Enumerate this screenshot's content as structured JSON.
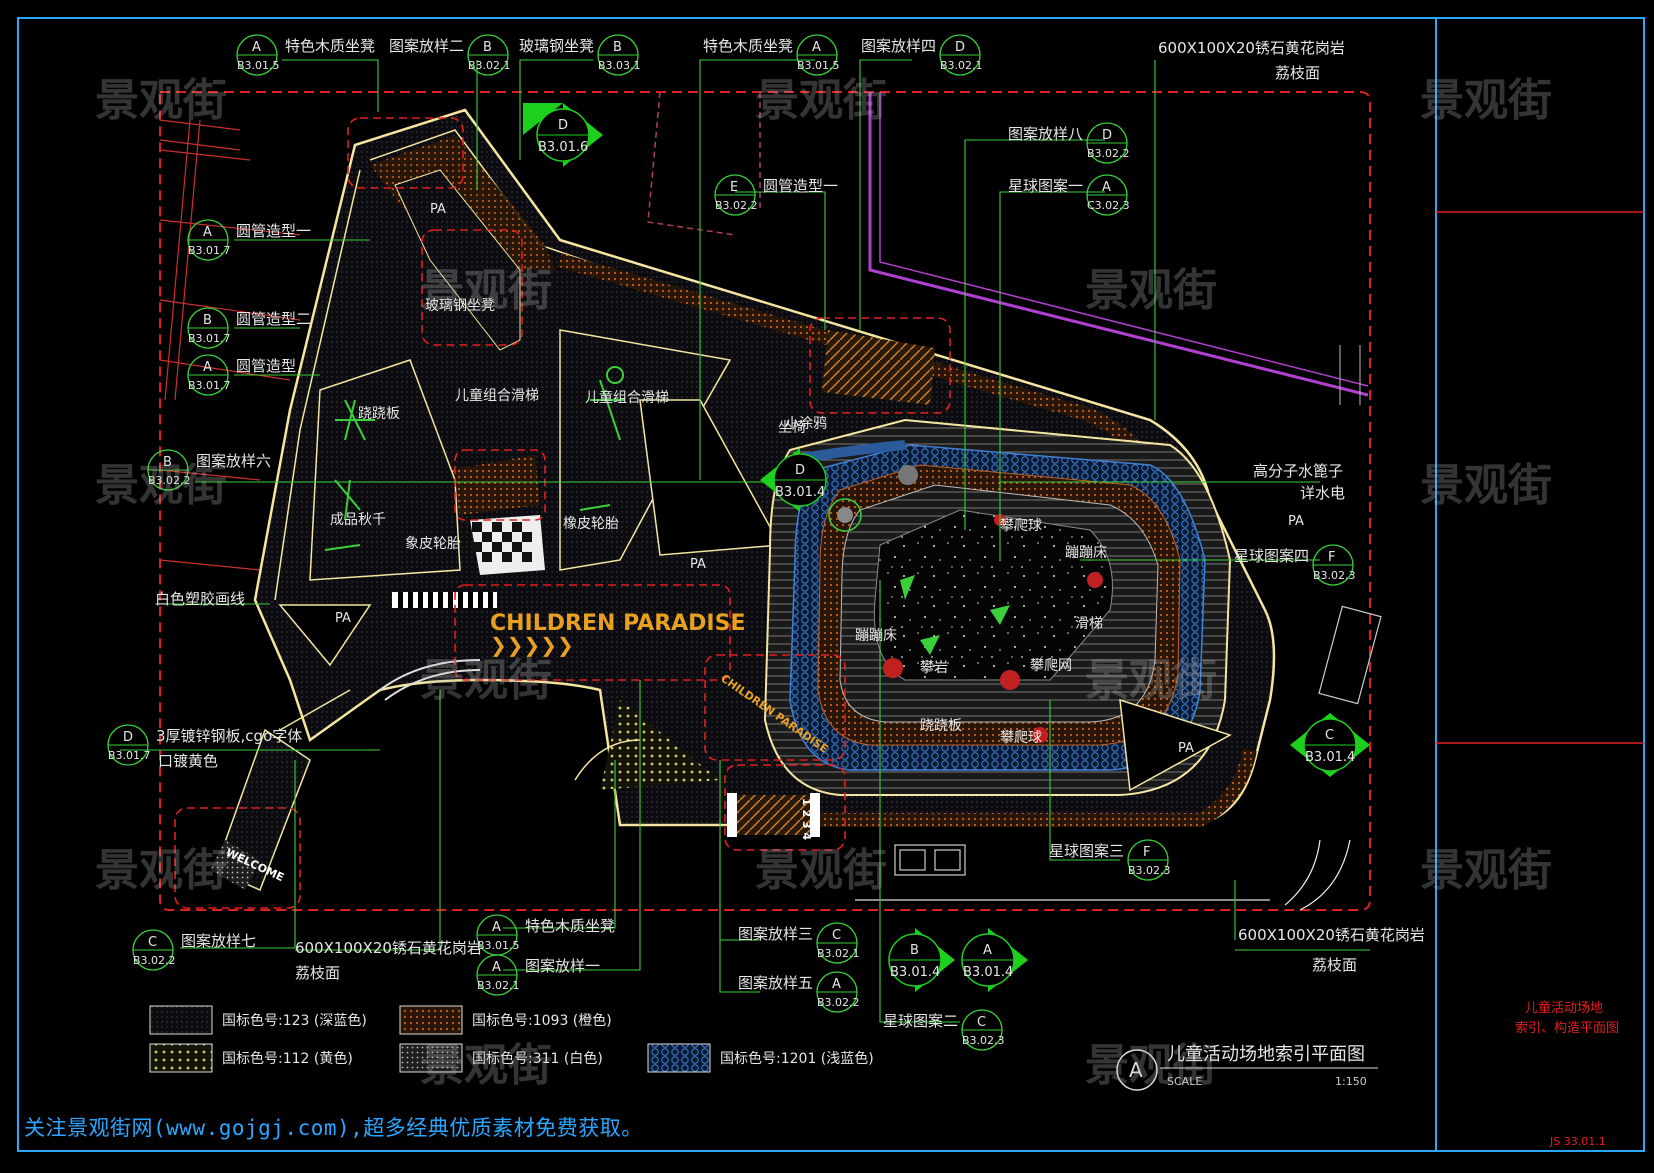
{
  "watermark": "景观街",
  "title": {
    "circle_letter": "A",
    "text": "儿童活动场地索引平面图",
    "scale_label": "SCALE",
    "scale_value": "1:150"
  },
  "title_block": {
    "sheet_title_1": "儿童活动场地",
    "sheet_title_2": "索引、构造平面图",
    "sheet_number": "JS 33.01.1"
  },
  "footer_text": "关注景观街网(www.gojgj.com),超多经典优质素材免费获取。",
  "plan_text": {
    "children_paradise": "CHILDREN PARADISE",
    "welcome": "WELCOME",
    "numbers": "1 2 3 4",
    "pa": "PA"
  },
  "areas": [
    {
      "name": "玻璃钢坐凳"
    },
    {
      "name": "儿童组合滑梯"
    },
    {
      "name": "跷跷板"
    },
    {
      "name": "儿童组合滑梯"
    },
    {
      "name": "成品秋千"
    },
    {
      "name": "象皮轮胎"
    },
    {
      "name": "橡皮轮胎"
    },
    {
      "name": "小涂鸦"
    },
    {
      "name": "攀爬球"
    },
    {
      "name": "蹦蹦床"
    },
    {
      "name": "滑梯"
    },
    {
      "name": "攀爬网"
    },
    {
      "name": "攀岩"
    },
    {
      "name": "蹦蹦床"
    },
    {
      "name": "跷跷板"
    },
    {
      "name": "攀爬球"
    },
    {
      "name": "坐椅"
    }
  ],
  "callouts": [
    {
      "letter": "A",
      "sheet": "B3.01.5",
      "label": "特色木质坐凳"
    },
    {
      "letter": "B",
      "sheet": "B3.02.1",
      "label": "图案放样二"
    },
    {
      "letter": "B",
      "sheet": "B3.03.1",
      "label": "玻璃钢坐凳"
    },
    {
      "letter": "A",
      "sheet": "B3.01.5",
      "label": "特色木质坐凳"
    },
    {
      "letter": "D",
      "sheet": "B3.02.1",
      "label": "图案放样四"
    },
    {
      "letter": "",
      "sheet": "",
      "label": "600X100X20锈石黄花岗岩"
    },
    {
      "letter": "",
      "sheet": "",
      "label": "荔枝面"
    },
    {
      "letter": "D",
      "sheet": "B3.02.2",
      "label": "图案放样八"
    },
    {
      "letter": "A",
      "sheet": "C3.02.3",
      "label": "星球图案一"
    },
    {
      "letter": "E",
      "sheet": "B3.02.2",
      "label": "圆管造型一"
    },
    {
      "letter": "A",
      "sheet": "B3.01.7",
      "label": "圆管造型一"
    },
    {
      "letter": "B",
      "sheet": "B3.01.7",
      "label": "圆管造型二"
    },
    {
      "letter": "A",
      "sheet": "B3.01.7",
      "label": "圆管造型"
    },
    {
      "letter": "B",
      "sheet": "B3.02.2",
      "label": "图案放样六"
    },
    {
      "letter": "",
      "sheet": "",
      "label": "白色塑胶画线"
    },
    {
      "letter": "",
      "sheet": "",
      "label": "高分子水篦子"
    },
    {
      "letter": "",
      "sheet": "",
      "label": "详水电"
    },
    {
      "letter": "F",
      "sheet": "B3.02.3",
      "label": "星球图案四"
    },
    {
      "letter": "D",
      "sheet": "B3.01.7",
      "label": "3厚镀锌钢板,cgo字体"
    },
    {
      "letter": "",
      "sheet": "",
      "label": "口镀黄色"
    },
    {
      "letter": "F",
      "sheet": "B3.02.3",
      "label": "星球图案三"
    },
    {
      "letter": "C",
      "sheet": "B3.02.2",
      "label": "图案放样七"
    },
    {
      "letter": "",
      "sheet": "",
      "label": "600X100X20锈石黄花岗岩"
    },
    {
      "letter": "",
      "sheet": "",
      "label": "荔枝面"
    },
    {
      "letter": "A",
      "sheet": "B3.01.5",
      "label": "特色木质坐凳"
    },
    {
      "letter": "A",
      "sheet": "B3.02.1",
      "label": "图案放样一"
    },
    {
      "letter": "C",
      "sheet": "B3.02.1",
      "label": "图案放样三"
    },
    {
      "letter": "A",
      "sheet": "B3.02.2",
      "label": "图案放样五"
    },
    {
      "letter": "C",
      "sheet": "B3.02.3",
      "label": "星球图案二"
    },
    {
      "letter": "",
      "sheet": "",
      "label": "600X100X20锈石黄花岗岩"
    },
    {
      "letter": "",
      "sheet": "",
      "label": "荔枝面"
    }
  ],
  "section_markers": [
    {
      "letter": "D",
      "sheet": "B3.01.6"
    },
    {
      "letter": "D",
      "sheet": "B3.01.4"
    },
    {
      "letter": "C",
      "sheet": "B3.01.4"
    },
    {
      "letter": "B",
      "sheet": "B3.01.4"
    },
    {
      "letter": "A",
      "sheet": "B3.01.4"
    }
  ],
  "legend": [
    {
      "label": "国标色号:123 (深蓝色)",
      "color": "#0a0a28"
    },
    {
      "label": "国标色号:1093 (橙色)",
      "color": "#3a2412"
    },
    {
      "label": "国标色号:112 (黄色)",
      "color": "#2e2a12"
    },
    {
      "label": "国标色号:311 (白色)",
      "color": "#2a2a2a"
    },
    {
      "label": "国标色号:1201 (浅蓝色)",
      "color": "#123a6a"
    }
  ],
  "colors": {
    "background": "#000000",
    "frame": "#2aa6ff",
    "leader": "#3ad03a",
    "outline": "#f4e6a0",
    "red_dash": "#e02020",
    "title_red": "#e02020",
    "magenta": "#b040d0",
    "water": "#2a5a9a"
  }
}
